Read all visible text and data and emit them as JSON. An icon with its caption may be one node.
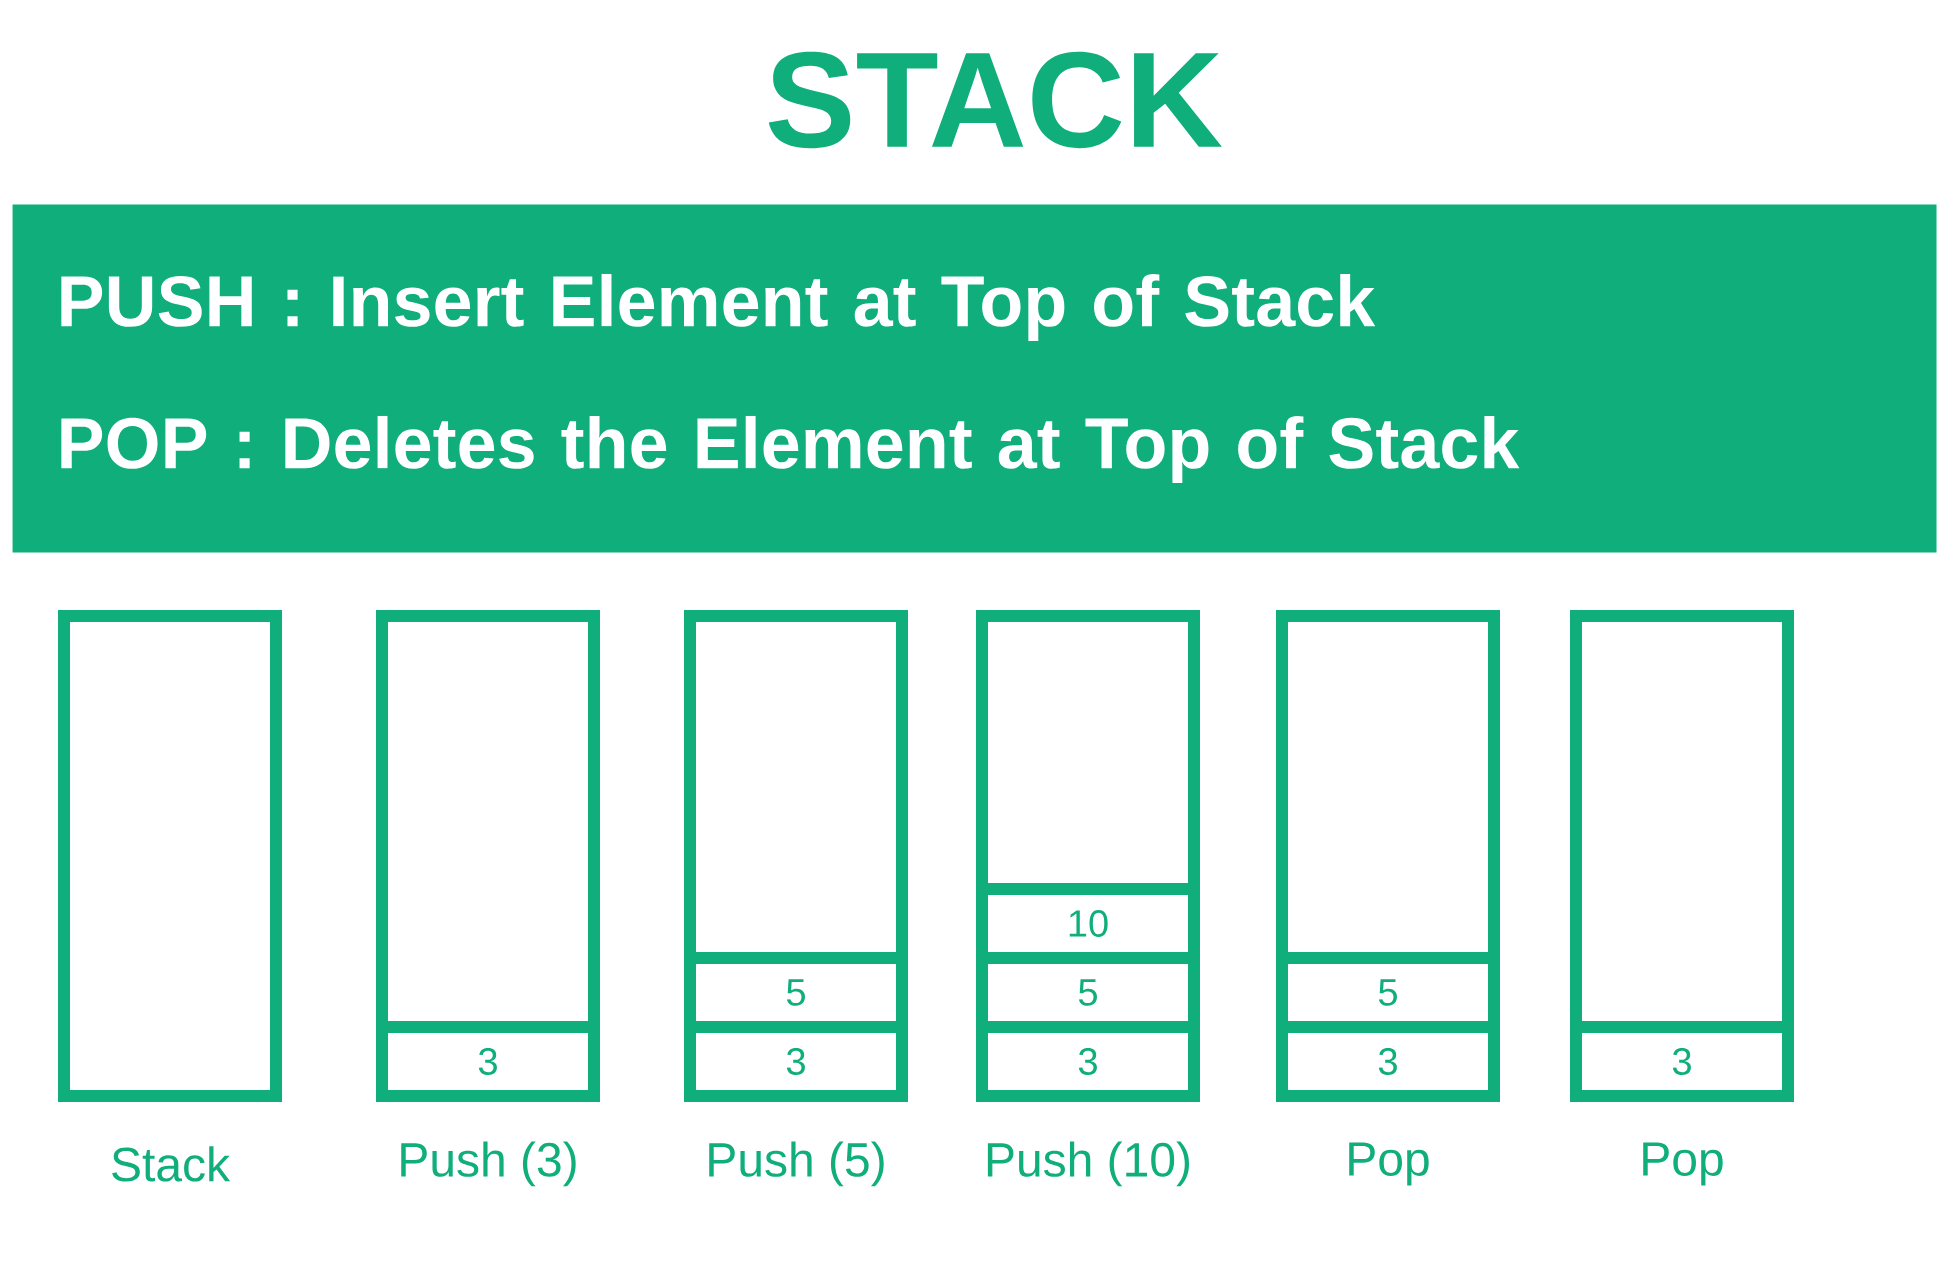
{
  "diagram": {
    "title": "STACK",
    "nodes": [
      {
        "text": [
          "PUSH : Insert Element at Top of Stack",
          "POP : Deletes the Element at Top of Stack"
        ]
      },
      {
        "text": [],
        "shape": "box",
        "beside": [
          "Stack"
        ]
      },
      {
        "text": [],
        "shape": "box",
        "beside": [
          "Push (3)"
        ]
      },
      {
        "text": [
          "3"
        ],
        "in": 2
      },
      {
        "text": [],
        "shape": "box",
        "beside": [
          "Push (5)"
        ]
      },
      {
        "text": [
          "5"
        ],
        "in": 4
      },
      {
        "text": [
          "3"
        ],
        "in": 4
      },
      {
        "text": [],
        "shape": "box",
        "beside": [
          "Push (10)"
        ]
      },
      {
        "text": [
          "10"
        ],
        "in": 7
      },
      {
        "text": [
          "5"
        ],
        "in": 7
      },
      {
        "text": [
          "3"
        ],
        "in": 7
      },
      {
        "text": [],
        "shape": "box",
        "beside": [
          "Pop"
        ]
      },
      {
        "text": [
          "5"
        ],
        "in": 11
      },
      {
        "text": [
          "3"
        ],
        "in": 11
      },
      {
        "text": [],
        "shape": "box",
        "beside": [
          "Pop"
        ]
      },
      {
        "text": [
          "3"
        ],
        "in": 14
      }
    ]
  }
}
